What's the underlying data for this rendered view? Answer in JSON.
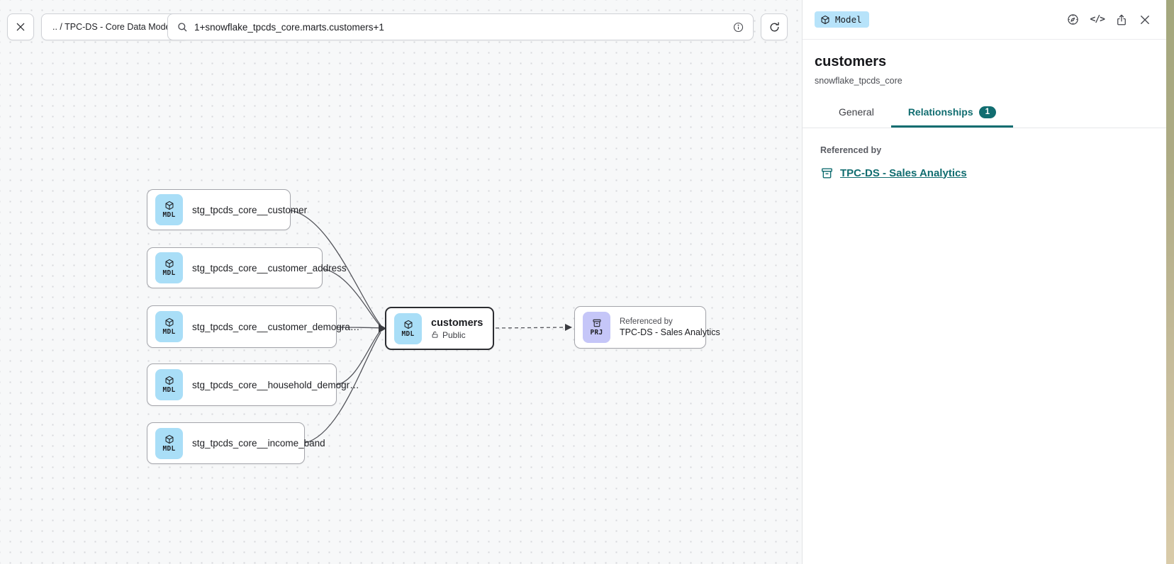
{
  "toolbar": {
    "breadcrumb": ".. / TPC-DS - Core Data Models",
    "search": {
      "value": "1+snowflake_tpcds_core.marts.customers+1"
    }
  },
  "panel": {
    "type_badge": "Model",
    "title": "customers",
    "subtitle": "snowflake_tpcds_core",
    "tabs": [
      {
        "label": "General"
      },
      {
        "label": "Relationships",
        "badge": "1"
      }
    ],
    "section_label": "Referenced by",
    "reference_link": "TPC-DS - Sales Analytics"
  },
  "graph": {
    "upstream_models": [
      {
        "badge": "MDL",
        "label": "stg_tpcds_core__customer"
      },
      {
        "badge": "MDL",
        "label": "stg_tpcds_core__customer_address"
      },
      {
        "badge": "MDL",
        "label": "stg_tpcds_core__customer_demogra…"
      },
      {
        "badge": "MDL",
        "label": "stg_tpcds_core__household_demogr…"
      },
      {
        "badge": "MDL",
        "label": "stg_tpcds_core__income_band"
      }
    ],
    "selected_model": {
      "badge": "MDL",
      "title": "customers",
      "access": "Public"
    },
    "downstream_project": {
      "badge": "PRJ",
      "kicker": "Referenced by",
      "title": "TPC-DS - Sales Analytics"
    }
  },
  "icons": {
    "code": "</>"
  },
  "colors": {
    "accent_teal": "#116d70",
    "model_badge_bg": "#a9def7",
    "project_badge_bg": "#c5c6f8",
    "canvas_bg": "#f7f8f9"
  }
}
